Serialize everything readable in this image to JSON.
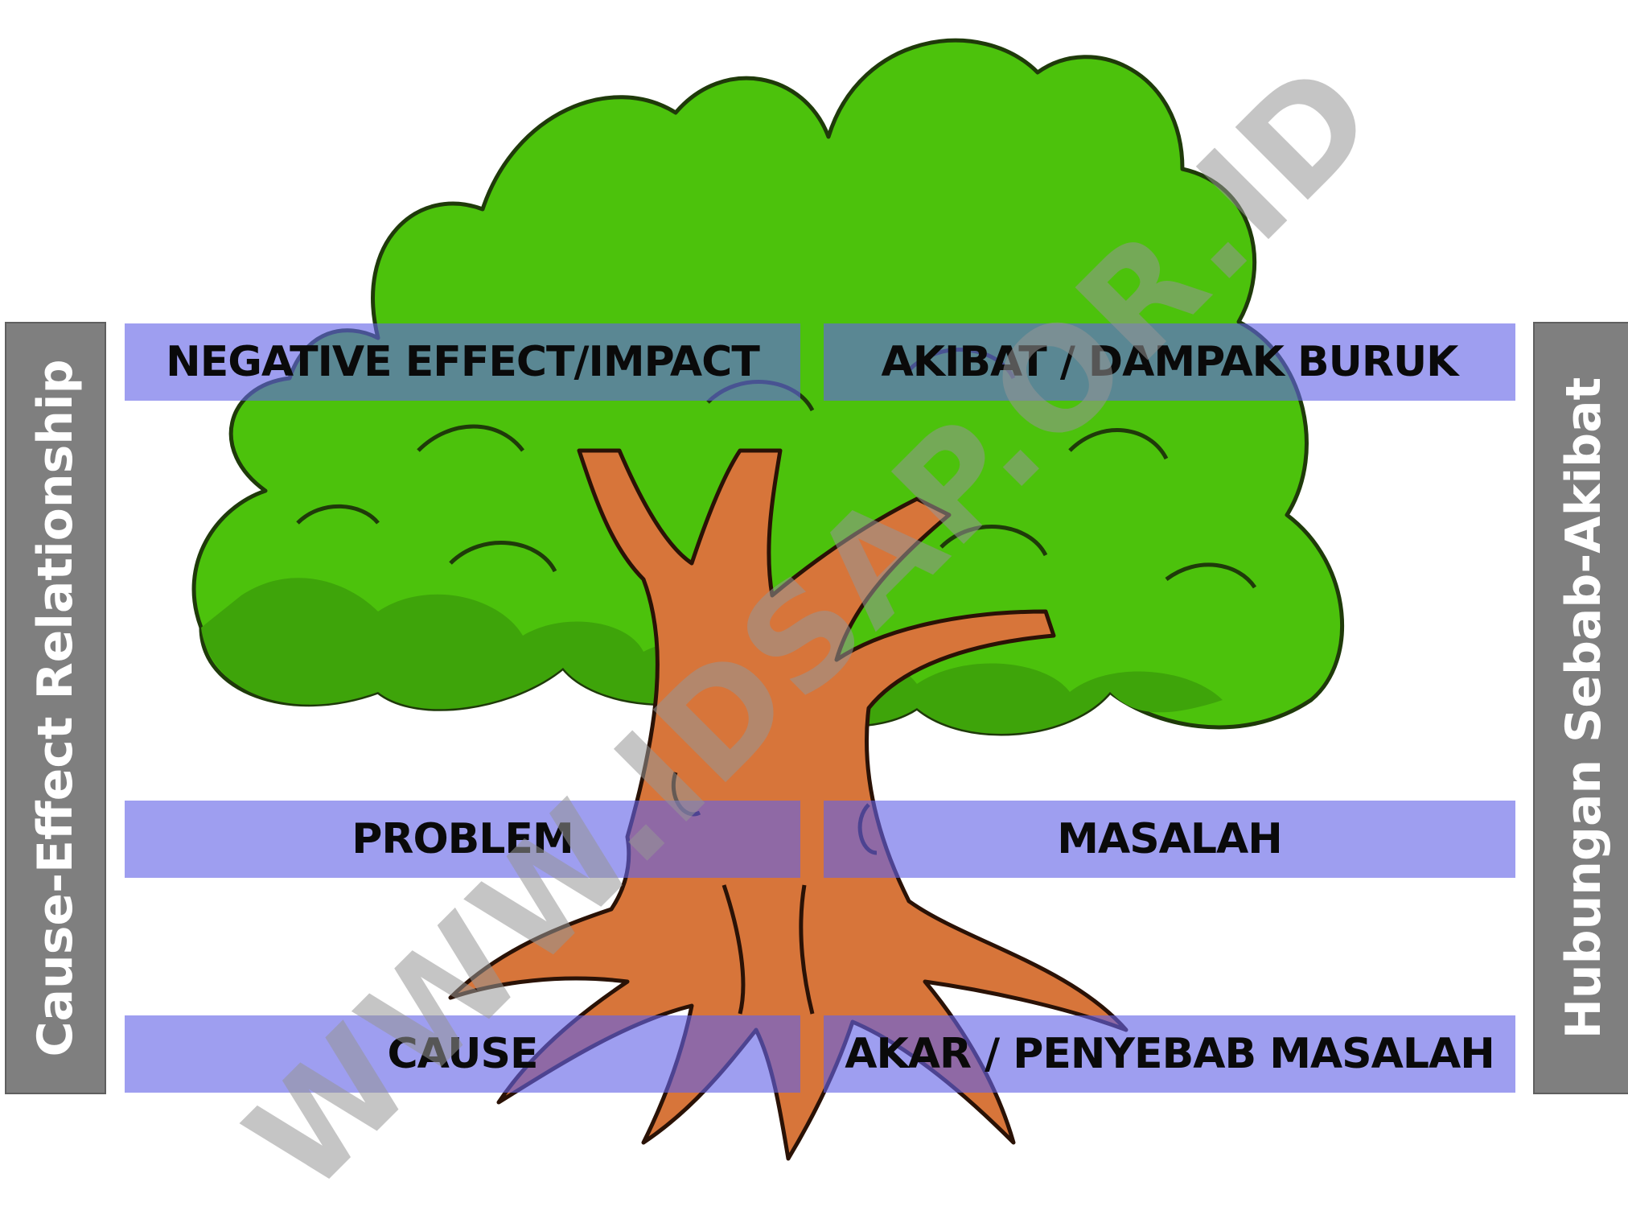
{
  "side_labels": {
    "left": "Cause-Effect Relationship",
    "right": "Hubungan Sebab-Akibat"
  },
  "bands": [
    {
      "id": "effect",
      "en": "NEGATIVE EFFECT/IMPACT",
      "id_text": "AKIBAT / DAMPAK BURUK"
    },
    {
      "id": "problem",
      "en": "PROBLEM",
      "id_text": "MASALAH"
    },
    {
      "id": "cause",
      "en": "CAUSE",
      "id_text": "AKAR / PENYEBAB MASALAH"
    }
  ],
  "watermark": "WWW.IDSAP.OR.ID",
  "colors": {
    "foliage": "#4cc20c",
    "foliage_dark": "#3ea40a",
    "trunk": "#d7753a",
    "band": "#6363e6",
    "side_label": "#7f7f7f"
  }
}
